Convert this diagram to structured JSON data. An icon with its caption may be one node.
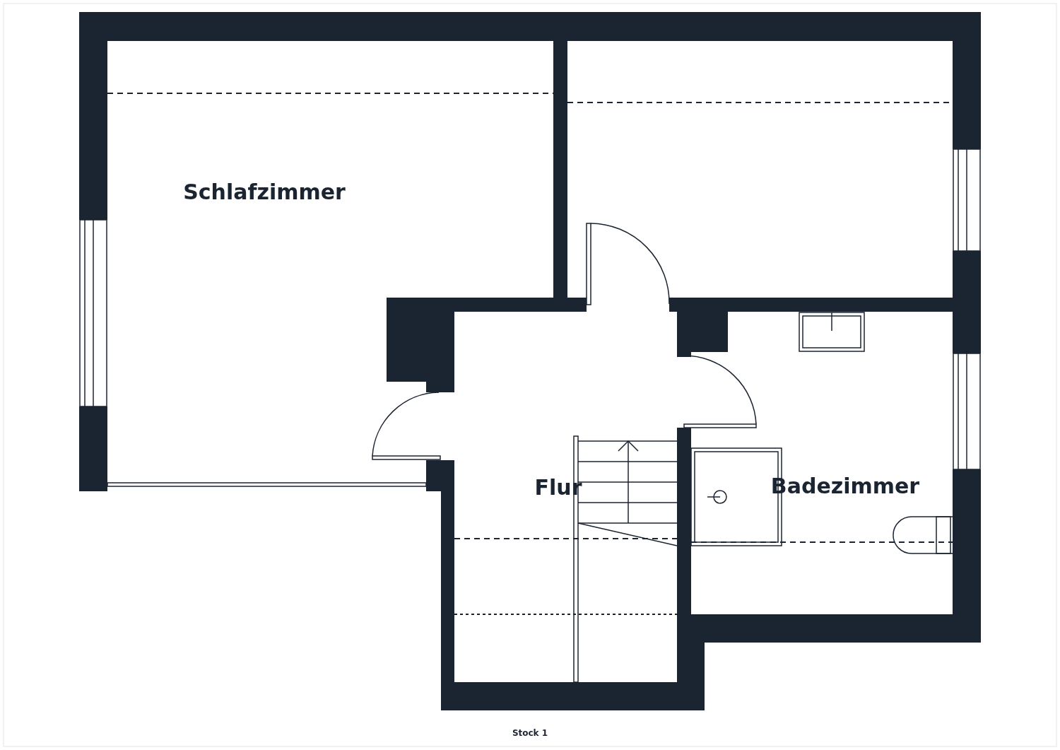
{
  "diagram": {
    "caption": "Stock 1",
    "labels": [
      "Schlafzimmer",
      "Flur",
      "Badezimmer"
    ]
  }
}
